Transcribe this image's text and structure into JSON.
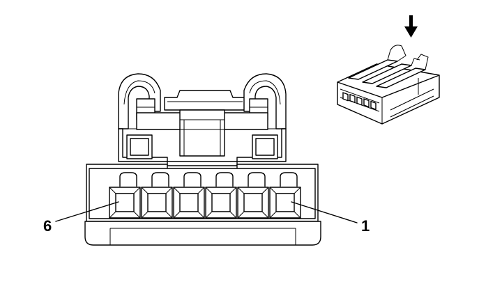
{
  "connector": {
    "pin_count": 6,
    "callouts": [
      {
        "pin": 6,
        "label": "6"
      },
      {
        "pin": 1,
        "label": "1"
      }
    ]
  },
  "insert_view": {
    "arrow_icon": "down-arrow-icon"
  }
}
